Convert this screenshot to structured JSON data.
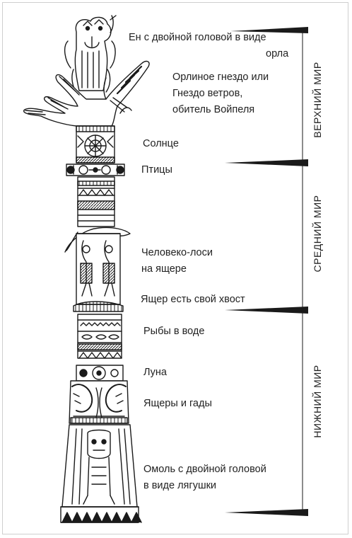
{
  "labels": [
    {
      "id": "eagle",
      "lines": [
        "Ен с двойной головой в виде",
        "орла"
      ]
    },
    {
      "id": "nest",
      "lines": [
        "Орлиное гнездо или",
        "Гнездо ветров,",
        "обитель Войпеля"
      ]
    },
    {
      "id": "sun",
      "lines": [
        "Солнце"
      ]
    },
    {
      "id": "birds",
      "lines": [
        "Птицы"
      ]
    },
    {
      "id": "elkmen",
      "lines": [
        "Человеко-лоси",
        "на ящере"
      ]
    },
    {
      "id": "lizard",
      "lines": [
        "Ящер есть свой хвост"
      ]
    },
    {
      "id": "fish",
      "lines": [
        "Рыбы в воде"
      ]
    },
    {
      "id": "moon",
      "lines": [
        "Луна"
      ]
    },
    {
      "id": "reptiles",
      "lines": [
        "Ящеры и гады"
      ]
    },
    {
      "id": "omul",
      "lines": [
        "Омоль с двойной головой",
        "в виде лягушки"
      ]
    }
  ],
  "worlds": {
    "upper": "ВЕРХНИЙ МИР",
    "middle": "СРЕДНИЙ МИР",
    "lower": "НИЖНИЙ МИР"
  },
  "colors": {
    "ink": "#1a1a1a",
    "paper": "#ffffff",
    "frame": "#cfcfcf"
  }
}
